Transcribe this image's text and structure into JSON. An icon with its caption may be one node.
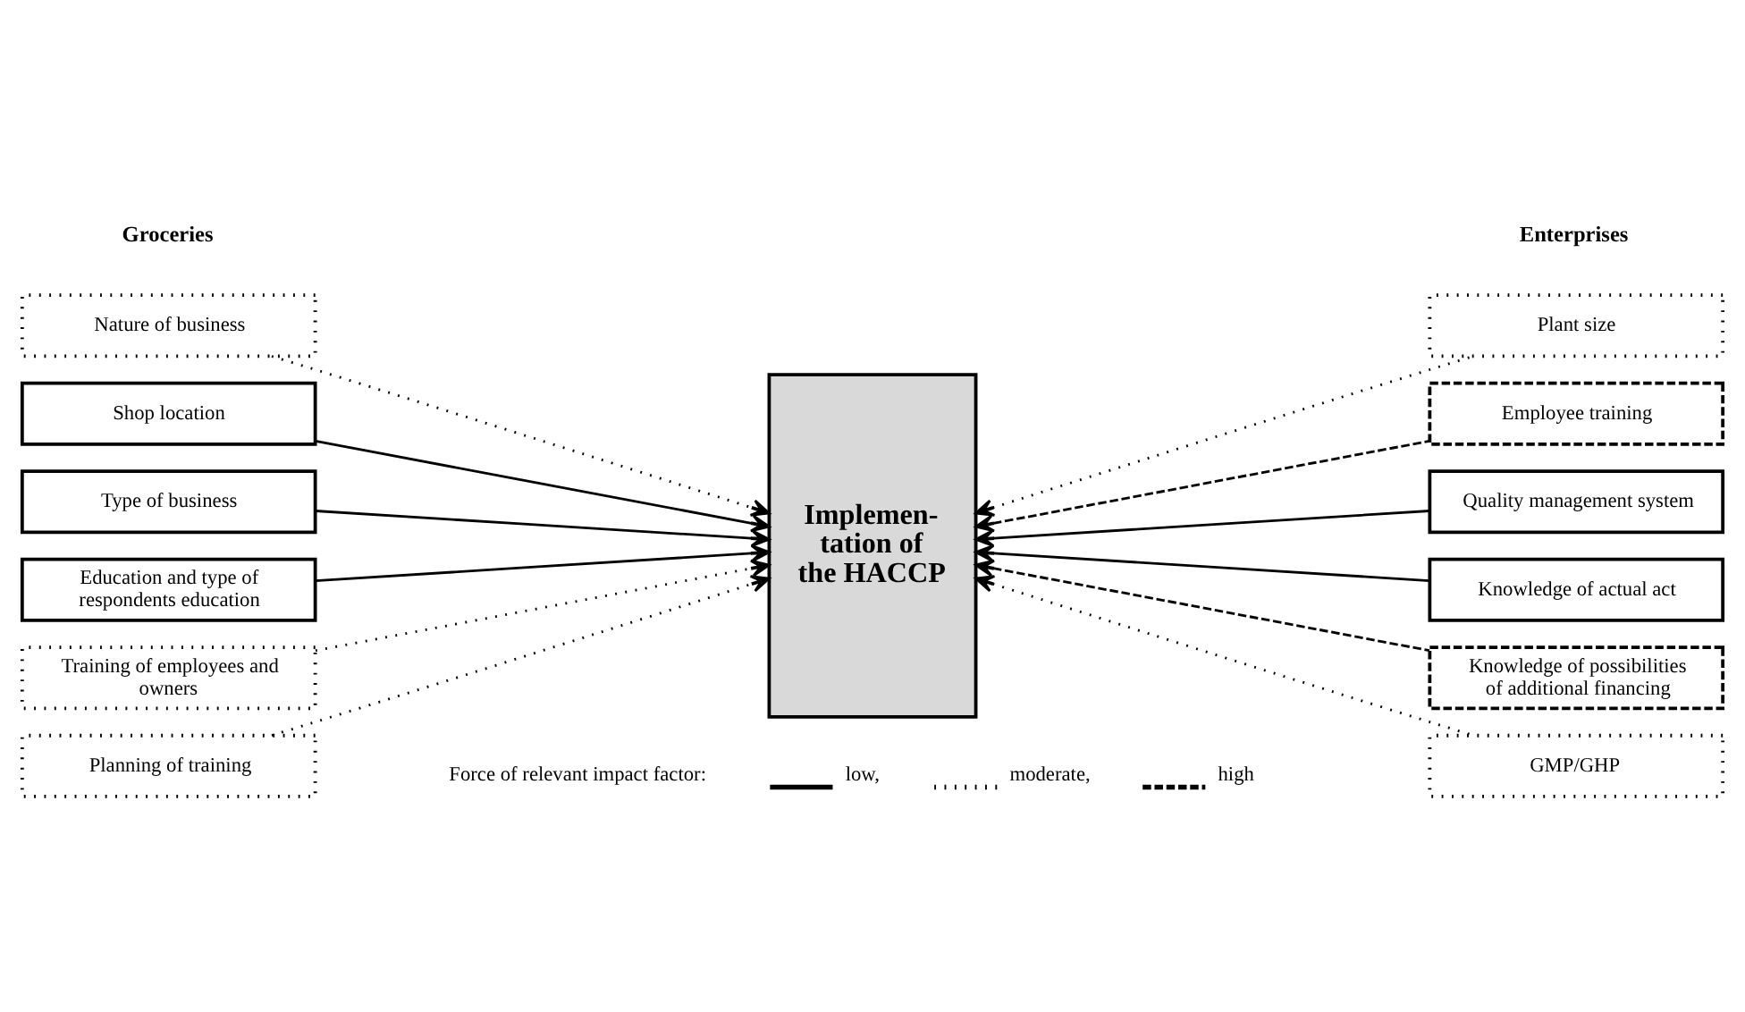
{
  "diagram": {
    "nodes": [
      {
        "text": [
          "Nature of business"
        ]
      },
      {
        "text": [
          "Shop location"
        ]
      },
      {
        "text": [
          "Type of business"
        ]
      },
      {
        "text": [
          "Education and type of respondents education"
        ]
      },
      {
        "text": [
          "Training of employees and owners"
        ]
      },
      {
        "text": [
          "Planning of training"
        ]
      },
      {
        "text": [
          "Implemen- tation of the HACCP"
        ]
      },
      {
        "text": [
          "Plant size"
        ]
      },
      {
        "text": [
          "Employee training"
        ]
      },
      {
        "text": [
          "Quality management system"
        ]
      },
      {
        "text": [
          "Knowledge of actual act"
        ]
      },
      {
        "text": [
          "Knowledge of possibilities of additional financing"
        ]
      },
      {
        "text": [
          "GMP/GHP"
        ]
      }
    ],
    "edges": [
      {
        "from": 0,
        "to": 6,
        "arrow": "to",
        "style": "dashed"
      },
      {
        "from": 1,
        "to": 6,
        "arrow": "to"
      },
      {
        "from": 2,
        "to": 6,
        "arrow": "to"
      },
      {
        "from": 3,
        "to": 6,
        "arrow": "to"
      },
      {
        "from": 4,
        "to": 6,
        "arrow": "to",
        "style": "dashed"
      },
      {
        "from": 5,
        "to": 6,
        "arrow": "to",
        "style": "dashed"
      },
      {
        "from": 7,
        "to": 6,
        "arrow": "to",
        "style": "dashed"
      },
      {
        "from": 8,
        "to": 6,
        "arrow": "to",
        "style": "dashed"
      },
      {
        "from": 9,
        "to": 6,
        "arrow": "to"
      },
      {
        "from": 10,
        "to": 6,
        "arrow": "to"
      },
      {
        "from": 11,
        "to": 6,
        "arrow": "to",
        "style": "dashed"
      },
      {
        "from": 12,
        "to": 6,
        "arrow": "to",
        "style": "dashed"
      }
    ],
    "labels": [
      "Groceries",
      "Enterprises",
      "Force of relevant impact factor:"
    ],
    "legend": [
      {
        "text": "low,"
      },
      {
        "text": "moderate,"
      },
      {
        "text": "high"
      }
    ]
  }
}
